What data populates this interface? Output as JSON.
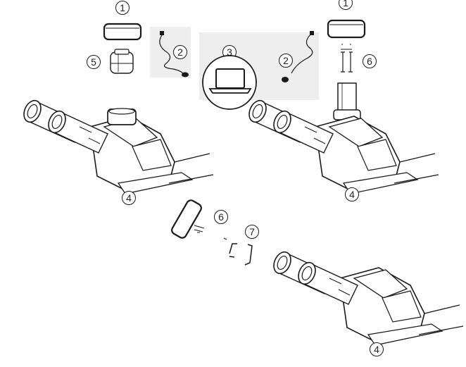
{
  "callouts": {
    "camera_top_left": "1",
    "camera_top_right": "1",
    "cable_left": "2",
    "cable_right": "2",
    "computer": "3",
    "trinocular_left": "4",
    "trinocular_right": "4",
    "trinocular_bottom": "4",
    "adapter_left": "5",
    "c_mount_right": "6",
    "c_mount_bottom": "6",
    "bracket_bottom": "7"
  },
  "icons": {
    "camera": "camera-icon",
    "cable": "usb-cable-icon",
    "computer": "laptop-icon",
    "microscope_head": "trinocular-head-icon",
    "adapter": "eyepiece-adapter-icon",
    "c_mount": "c-mount-adapter-icon"
  },
  "colors": {
    "line": "#1a1a1a",
    "panel": "#eeeeee",
    "background": "#ffffff"
  }
}
